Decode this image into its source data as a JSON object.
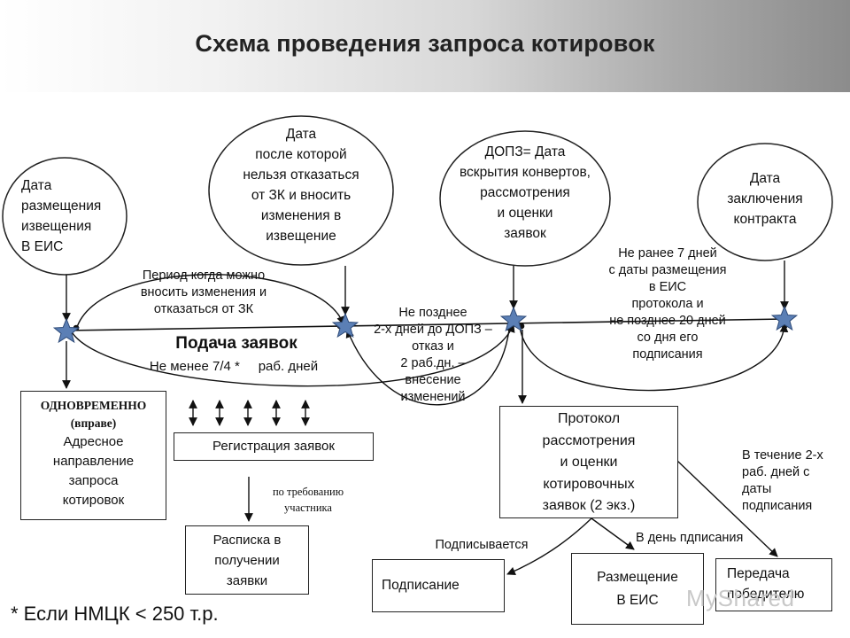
{
  "title": "Схема проведения запроса котировок",
  "nodes": {
    "ellipse_1": "Дата\nразмещения\nизвещения\nВ ЕИС",
    "ellipse_2": "Дата\nпосле которой\nнельзя отказаться\nот ЗК и вносить\nизменения в\nизвещение",
    "ellipse_3": "ДОПЗ= Дата\nвскрытия конвертов,\nрассмотрения\nи оценки\nзаявок",
    "ellipse_4": "Дата\nзаключения\nконтракта"
  },
  "arc_labels": {
    "period": "Период когда можно\nвносить изменения и\nотказаться от ЗК",
    "submission_title": "Подача заявок",
    "submission_term": "Не менее 7/4 *     раб. дней",
    "not_later": "Не позднее\n2-х дней до ДОПЗ –\nотказ и\n2 раб.дн. –\nвнесение\nизменений",
    "not_earlier": "Не ранее 7 дней\nс даты размещения\nв ЕИС\nпротокола и\nне позднее 20 дней\nсо дня его\nподписания",
    "within_two": "В течение 2-х\nраб. дней с\nдаты\nподписания",
    "signed": "Подписывается",
    "on_day": "В  день пдписания",
    "on_demand": "по требованию\nучастника"
  },
  "boxes": {
    "simultaneous_head": "ОДНОВРЕМЕННО\n(вправе)",
    "simultaneous_body": "Адресное\nнаправление\nзапроса\nкотировок",
    "registration": "Регистрация заявок",
    "receipt": "Расписка в\nполучении\nзаявки",
    "protocol": "Протокол\nрассмотрения\nи оценки\nкотировочных\nзаявок (2 экз.)",
    "signing": "Подписание",
    "placement": "Размещение\nВ ЕИС",
    "transfer": "Передача\nпобедителю"
  },
  "footnote": "* Если НМЦК  < 250 т.р.",
  "watermark": "MyShared",
  "colors": {
    "star": "#5b7fb5",
    "star_stroke": "#2d4a78",
    "header_dark": "#8c8c8c"
  }
}
